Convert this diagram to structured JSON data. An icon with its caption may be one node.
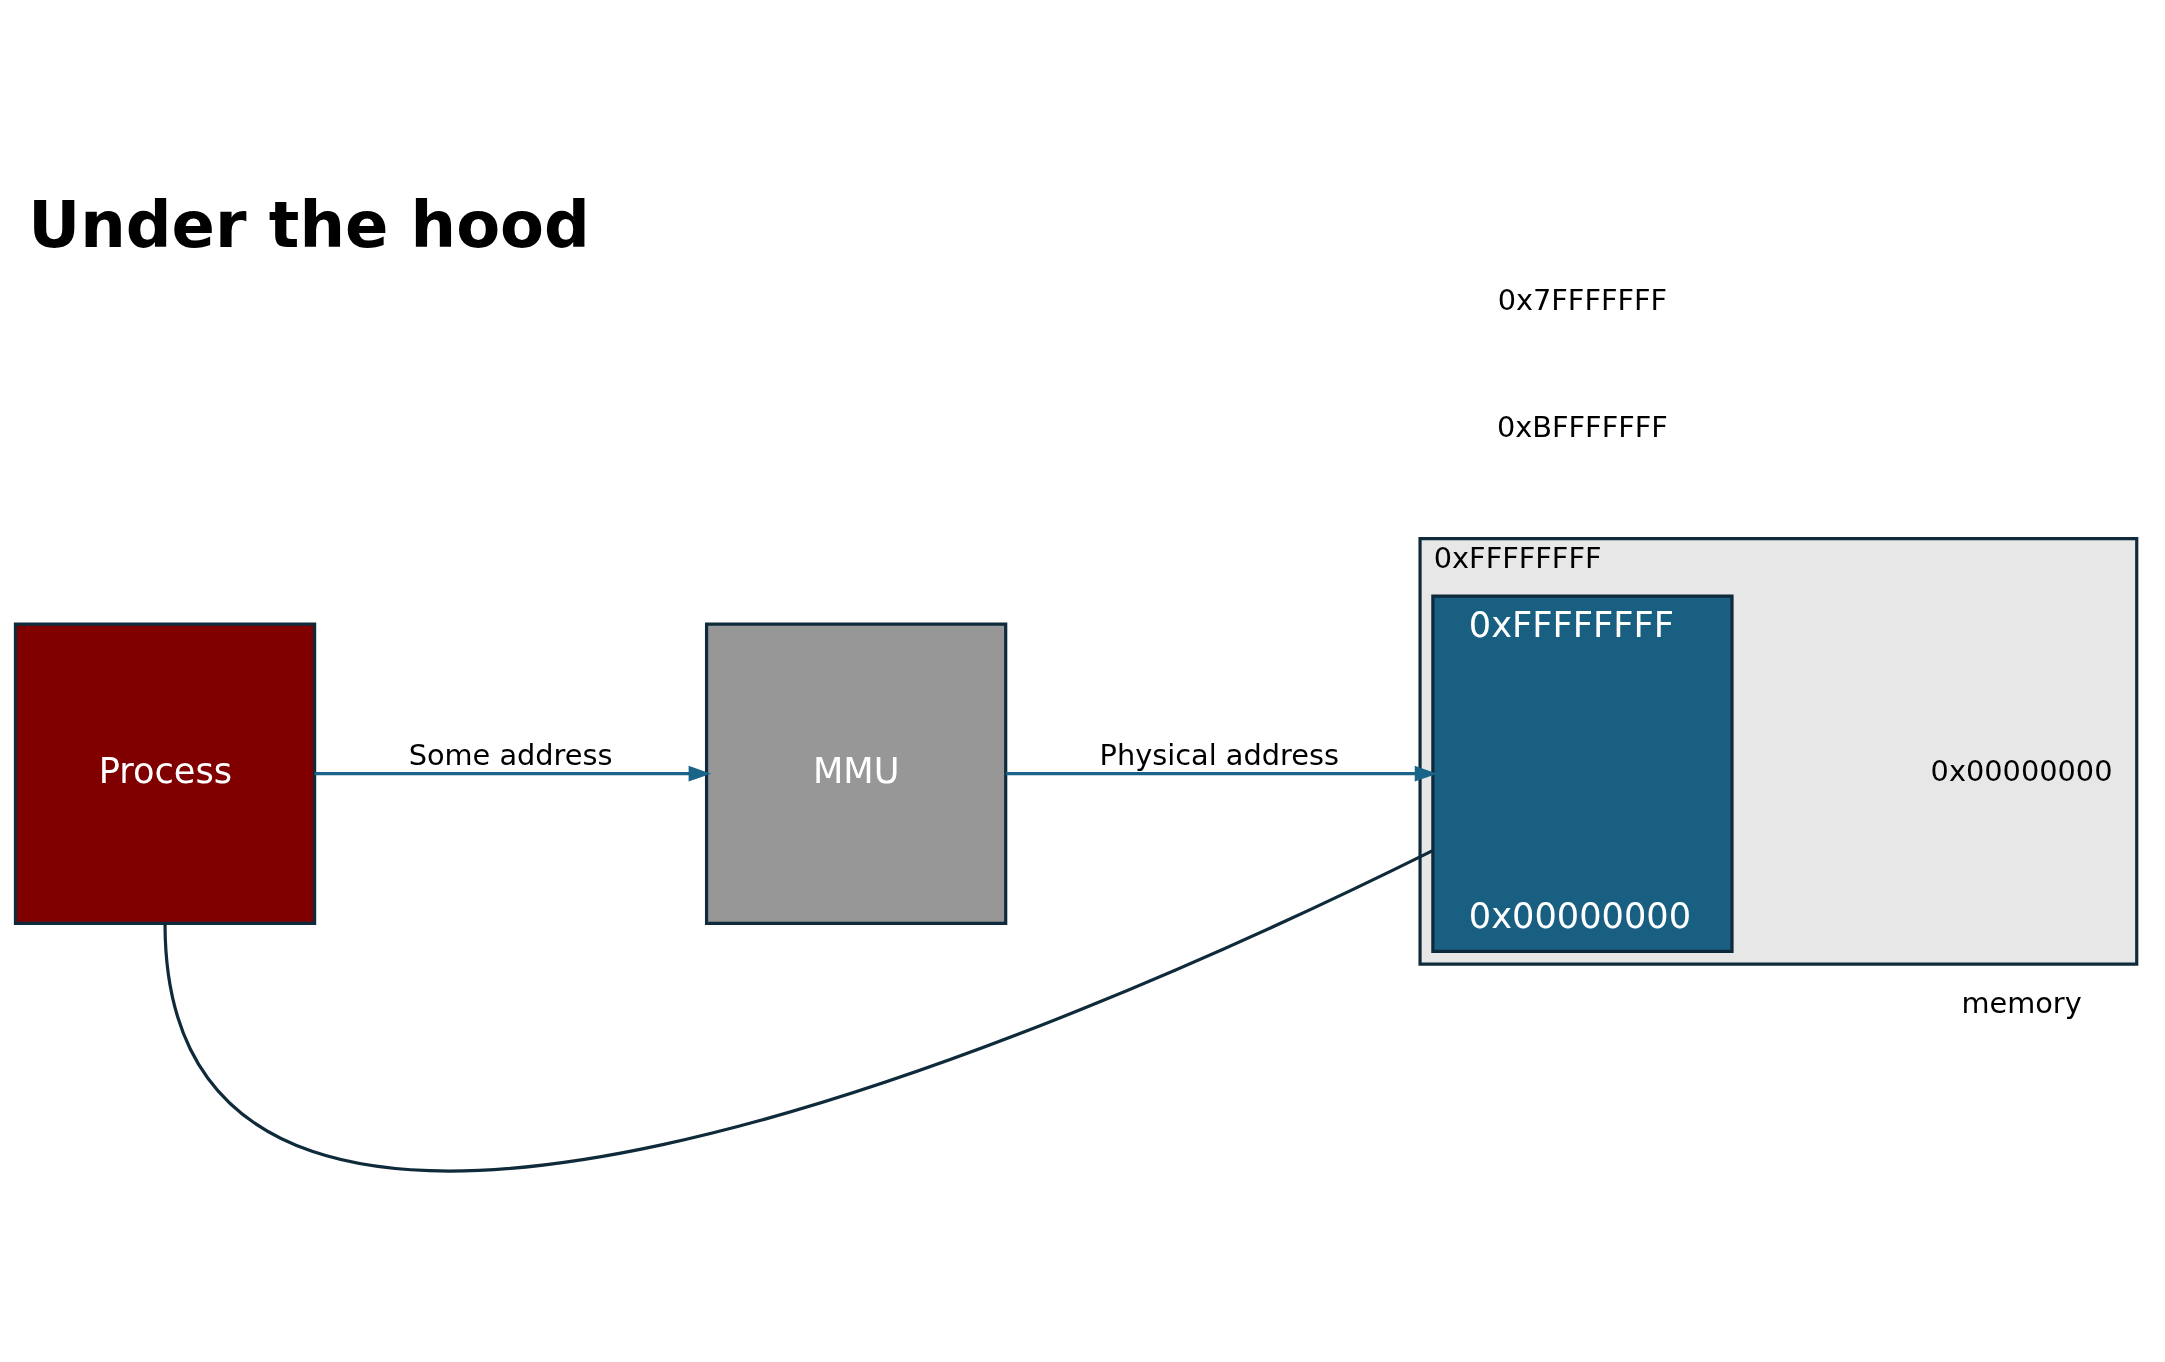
{
  "diagram": {
    "title": "Under the hood",
    "nodes": [
      {
        "text": [
          "Process"
        ]
      },
      {
        "text": [
          "MMU"
        ]
      },
      {
        "text": [
          "0xFFFFFFFF",
          "0x00000000"
        ],
        "beside": [
          "memory"
        ]
      },
      {
        "text": [
          "0xFFFFFFFF",
          "0x00000000"
        ],
        "in": 2,
        "beside": [
          "0xBFFFFFFF",
          "0x7FFFFFFF"
        ]
      }
    ],
    "edges": [
      {
        "from": 0,
        "to": 1,
        "arrow": "to",
        "label": "Some address"
      },
      {
        "from": 1,
        "to": 3,
        "arrow": "to",
        "label": "Physical address"
      },
      {
        "from": 0,
        "to": 3,
        "arrow": "none",
        "color": "#0f2a3b"
      }
    ]
  }
}
